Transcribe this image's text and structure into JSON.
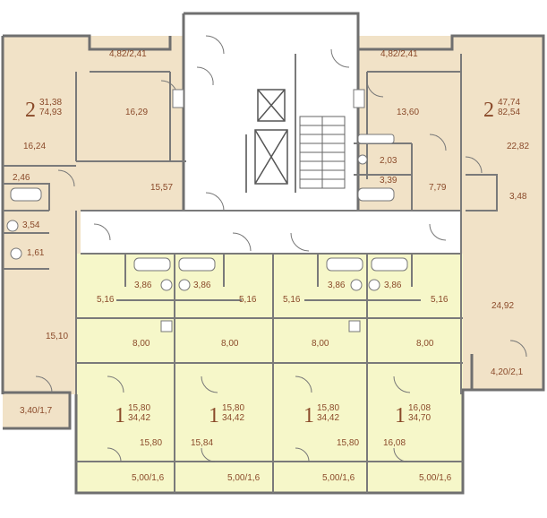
{
  "palette": {
    "tan": "#f1e2c7",
    "green": "#f6f7c9",
    "wall": "#777777",
    "text": "#8a4a2a"
  },
  "apartments": [
    {
      "rooms": "2",
      "living_area": "31,38",
      "total_area": "74,93"
    },
    {
      "rooms": "2",
      "living_area": "47,74",
      "total_area": "82,54"
    },
    {
      "rooms": "1",
      "living_area": "15,80",
      "total_area": "34,42"
    },
    {
      "rooms": "1",
      "living_area": "15,80",
      "total_area": "34,42"
    },
    {
      "rooms": "1",
      "living_area": "15,80",
      "total_area": "34,42"
    },
    {
      "rooms": "1",
      "living_area": "16,08",
      "total_area": "34,70"
    }
  ],
  "rooms": {
    "balcony_tl": "4,82/2,41",
    "balcony_tr": "4,82/2,41",
    "bed_l": "16,29",
    "bed_r": "13,60",
    "living_l": "16,24",
    "living_r": "22,82",
    "hall_l": "2,46",
    "corr_l": "15,57",
    "bath_l": "3,54",
    "wc_l": "1,61",
    "wc_r": "2,03",
    "bath_r": "3,39",
    "hall_r": "7,79",
    "closet_r": "3,48",
    "kitchen_l": "15,10",
    "room_r": "24,92",
    "balcony_bl": "3,40/1,7",
    "balcony_br": "4,20/2,1",
    "s_bath1": "3,86",
    "s_bath2": "3,86",
    "s_bath3": "3,86",
    "s_bath4": "3,86",
    "s_hall1": "5,16",
    "s_hall2": "5,16",
    "s_hall3": "5,16",
    "s_hall4": "5,16",
    "s_kit1": "8,00",
    "s_kit2": "8,00",
    "s_kit3": "8,00",
    "s_kit4": "8,00",
    "s_room1": "15,80",
    "s_room2": "15,84",
    "s_room3": "15,80",
    "s_room4": "16,08",
    "s_balc1": "5,00/1,6",
    "s_balc2": "5,00/1,6",
    "s_balc3": "5,00/1,6",
    "s_balc4": "5,00/1,6"
  }
}
